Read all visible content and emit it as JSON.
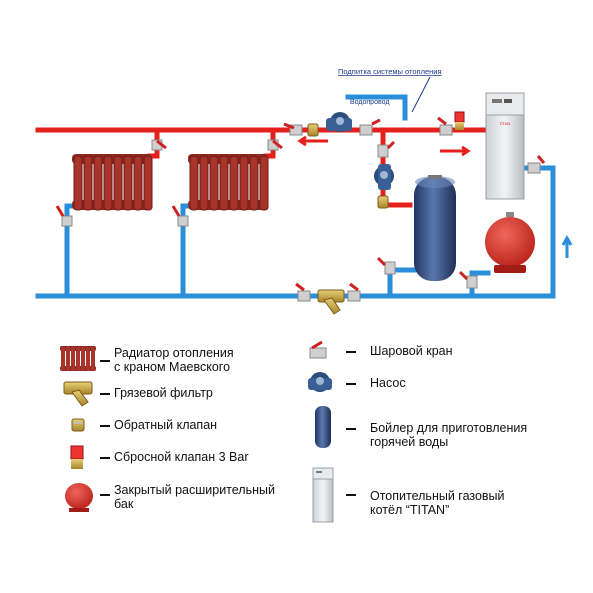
{
  "diagram": {
    "top_labels": {
      "makeup": "Подпитка системы отопления",
      "water_supply": "Водопровод"
    },
    "colors": {
      "supply_pipe": "#e3201b",
      "return_pipe": "#2a8fd8",
      "radiator": "#a8332b",
      "boiler_tank": "#2e4a7f",
      "expansion_tank": "#d9342b",
      "brass": "#c9a43a"
    },
    "nodes": [
      {
        "id": "radiator-1",
        "icon": "radiator-icon"
      },
      {
        "id": "radiator-2",
        "icon": "radiator-icon"
      },
      {
        "id": "pump",
        "icon": "pump-icon"
      },
      {
        "id": "dirt-filter",
        "icon": "filter-icon"
      },
      {
        "id": "indirect-boiler",
        "icon": "boiler-tank-icon"
      },
      {
        "id": "expansion-tank",
        "icon": "expansion-tank-icon"
      },
      {
        "id": "gas-boiler-titan",
        "icon": "gas-boiler-icon"
      }
    ]
  },
  "legend": {
    "left": [
      {
        "icon": "radiator-icon",
        "label": "Радиатор отопления\nс краном Маевского"
      },
      {
        "icon": "filter-icon",
        "label": "Грязевой фильтр"
      },
      {
        "icon": "check-valve-icon",
        "label": "Обратный клапан"
      },
      {
        "icon": "relief-valve-icon",
        "label": "Сбросной клапан 3 Bar"
      },
      {
        "icon": "expansion-tank-icon",
        "label": "Закрытый расширительный\nбак"
      }
    ],
    "right": [
      {
        "icon": "ball-valve-icon",
        "label": "Шаровой кран"
      },
      {
        "icon": "pump-icon",
        "label": "Насос"
      },
      {
        "icon": "boiler-tank-icon",
        "label": "Бойлер для приготовления\nгорячей воды"
      },
      {
        "icon": "gas-boiler-icon",
        "label": "Отопительный газовый\nкотёл “TITAN”"
      }
    ]
  }
}
